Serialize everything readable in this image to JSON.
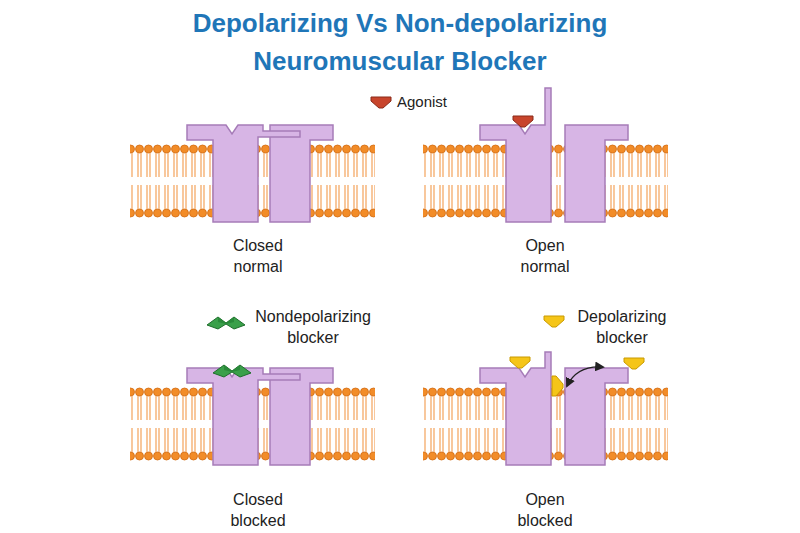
{
  "diagram": {
    "title": "Depolarizing Vs Non-depolarizing Neuromuscular Blocker",
    "labels": [
      "Agonist",
      "Closed normal",
      "Open normal",
      "Nondepolarizing blocker",
      "Depolarizing blocker",
      "Closed blocked",
      "Open blocked"
    ]
  }
}
